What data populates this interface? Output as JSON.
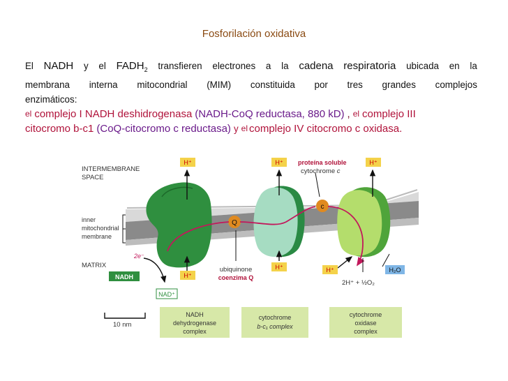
{
  "title": "Fosforilación oxidativa",
  "paragraph": {
    "l1": [
      "El",
      "NADH",
      "y",
      "el",
      "FADH",
      "2",
      "transfieren",
      "electrones",
      "a",
      "la",
      "cadena",
      "respiratoria",
      "ubicada",
      "en",
      "la"
    ],
    "l2": [
      "membrana",
      "interna",
      "mitocondrial",
      "(MIM)",
      "constituida",
      "por",
      "tres",
      "grandes",
      "complejos"
    ],
    "l3": "enzimáticos:",
    "l4": {
      "el1": "el",
      "c1": "complejo I NADH deshidrogenasa",
      "c1b": "(NADH-CoQ reductasa, 880 kD)",
      "comma": ",",
      "el2": "el",
      "c3": "complejo III"
    },
    "l5": {
      "c3b": "citocromo b-c1",
      "c3c": "(CoQ-citocromo c reductasa)",
      "y": "y",
      "el3": "el",
      "c4": "complejo IV citocromo c oxidasa",
      "dot": "."
    }
  },
  "diagram": {
    "intermembrane": [
      "INTERMEMBRANE",
      "SPACE"
    ],
    "inner": [
      "inner",
      "mitochondrial",
      "membrane"
    ],
    "matrix": "MATRIX",
    "hplus": "H⁺",
    "proteina": "proteína soluble",
    "cytochrome_c": "cytochrome",
    "cyt_c_italic": "c",
    "c_label": "c",
    "q_label": "Q",
    "two_e": "2e⁻",
    "nadh": "NADH",
    "nad": "NAD⁺",
    "ubiquinone": "ubiquinone",
    "coenzima": "coenzima Q",
    "h2o": "H₂O",
    "reaction": "2H⁺ + ½O₂",
    "scale": "10 nm",
    "box1": [
      "NADH",
      "dehydrogenase",
      "complex"
    ],
    "box2": [
      "cytochrome",
      "b-c₁ complex"
    ],
    "box3": [
      "cytochrome",
      "oxidase",
      "complex"
    ]
  },
  "colors": {
    "title": "#8a4a12",
    "enzyme": "#b0123a",
    "green_dark": "#2f8f3f",
    "mint": "#9fd9bb",
    "lime": "#a8d66a",
    "label_box": "#d7e8a8",
    "hplus_box": "#f4d24a"
  }
}
